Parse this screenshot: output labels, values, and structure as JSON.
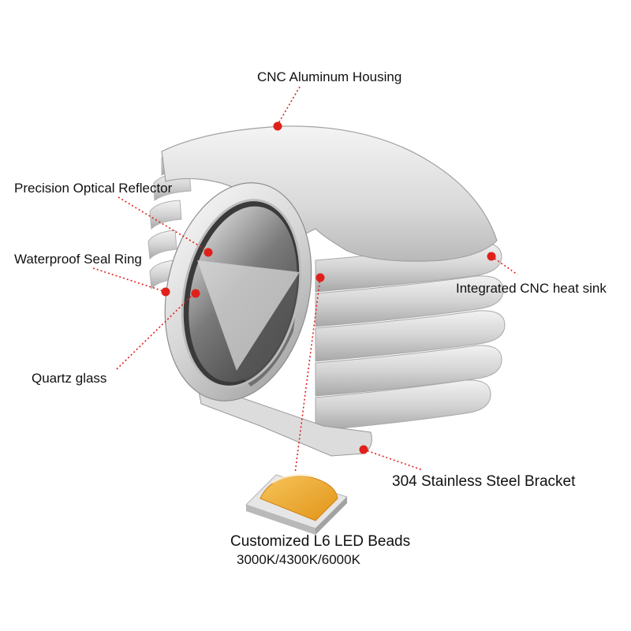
{
  "labels": {
    "housing": "CNC Aluminum Housing",
    "reflector": "Precision Optical Reflector",
    "seal_ring": "Waterproof Seal Ring",
    "heat_sink": "Integrated CNC heat sink",
    "quartz": "Quartz glass",
    "bracket": "304 Stainless Steel Bracket",
    "led": "Customized L6 LED Beads",
    "color_temps": "3000K/4300K/6000K"
  },
  "colors": {
    "callout_dot": "#e0201b",
    "callout_line": "#e0201b",
    "metal_light": "#eeeeee",
    "metal_mid": "#c8c8c8",
    "metal_dark": "#8e8e8e",
    "led_chip": "#f0a930",
    "text": "#111111"
  }
}
